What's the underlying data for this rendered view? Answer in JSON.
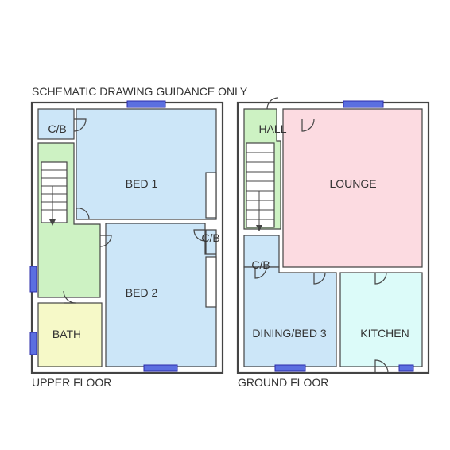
{
  "header": {
    "note": "SCHEMATIC DRAWING   GUIDANCE ONLY"
  },
  "upper_floor": {
    "caption": "UPPER FLOOR",
    "rooms": {
      "cupboard": "C/B",
      "bed1": "BED 1",
      "bed2_cupboard": "C/B",
      "bed2": "BED 2",
      "bath": "BATH"
    }
  },
  "ground_floor": {
    "caption": "GROUND FLOOR",
    "rooms": {
      "hall": "HALL",
      "lounge": "LOUNGE",
      "cupboard": "C/B",
      "dining": "DINING/BED 3",
      "kitchen": "KITCHEN"
    }
  },
  "colors": {
    "bedroom": "#cce6f8",
    "landing": "#cdf2c3",
    "bath": "#f6f9c8",
    "lounge": "#fcdbe1",
    "kitchen": "#dcfbf9",
    "stairs": "#ffffff",
    "window": "#5b6fe0"
  },
  "icons": [
    "stair-arrow-icon",
    "window-icon",
    "door-swing-icon"
  ]
}
